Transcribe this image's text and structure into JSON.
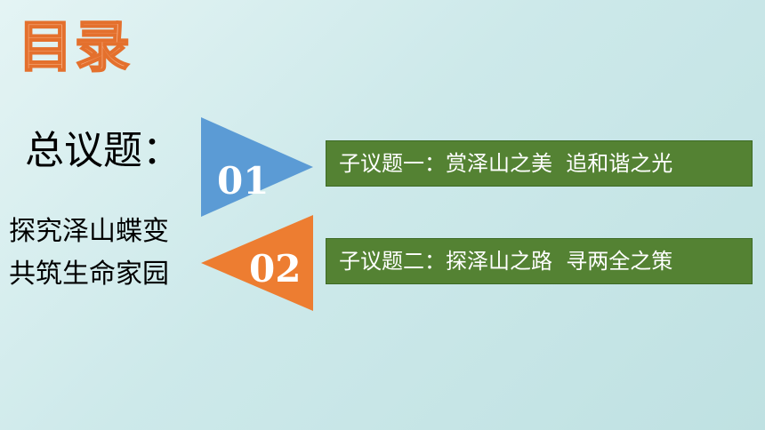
{
  "slide": {
    "title": "目录",
    "main_label": "总议题：",
    "main_topic_line1": "探究泽山蝶变",
    "main_topic_line2": "共筑生命家园",
    "items": [
      {
        "number": "01",
        "text": "子议题一：赏泽山之美  追和谐之光",
        "color": "#5b9bd5"
      },
      {
        "number": "02",
        "text": "子议题二：探泽山之路  寻两全之策",
        "color": "#ed7d31"
      }
    ]
  }
}
